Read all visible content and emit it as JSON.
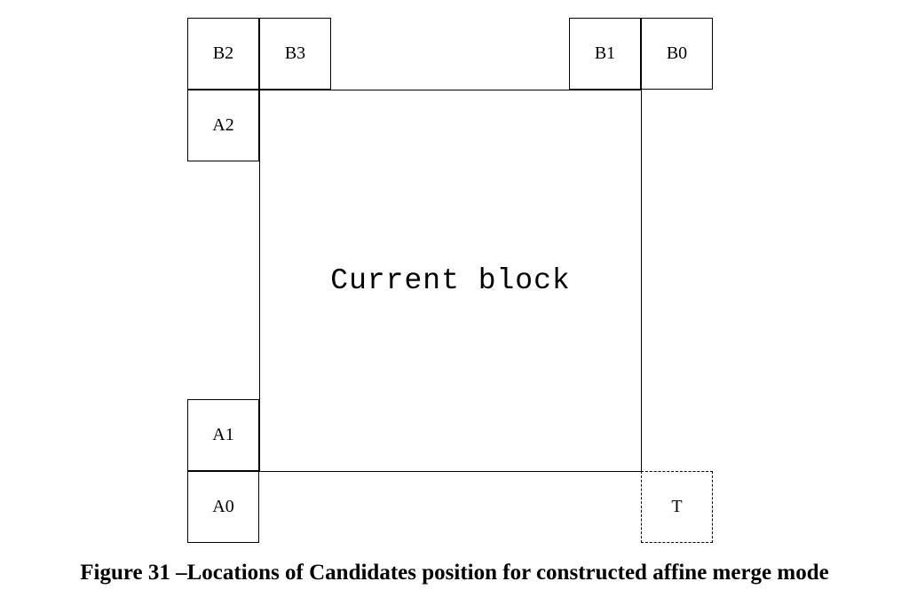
{
  "diagram": {
    "current_block_label": "Current block",
    "candidates": {
      "B2": "B2",
      "B3": "B3",
      "B1": "B1",
      "B0": "B0",
      "A2": "A2",
      "A1": "A1",
      "A0": "A0",
      "T": "T"
    }
  },
  "caption": "Figure 31 –Locations of Candidates position for constructed affine merge mode"
}
